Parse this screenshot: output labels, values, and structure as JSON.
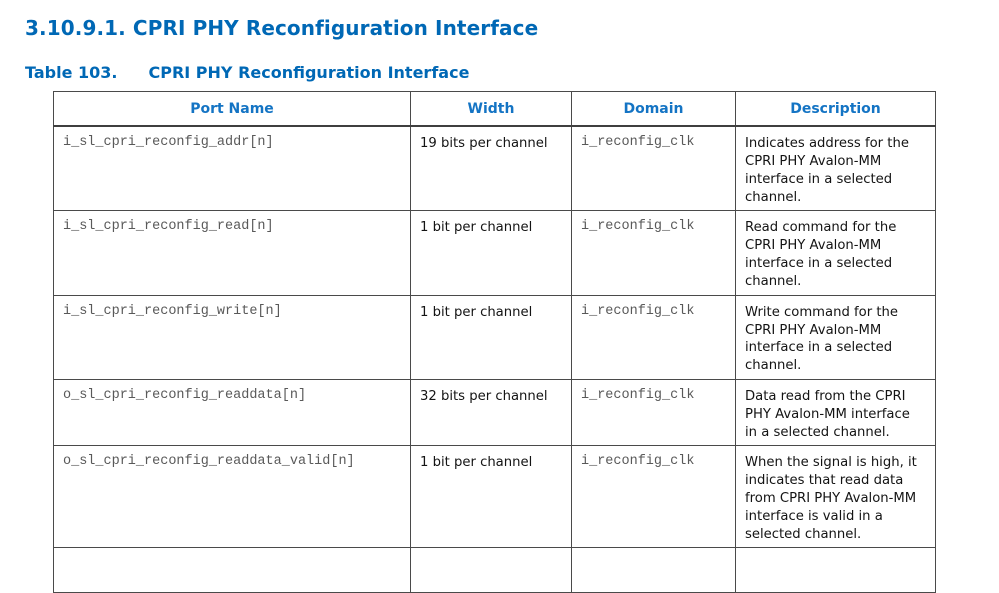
{
  "page": {
    "section_heading": "3.10.9.1. CPRI PHY Reconfiguration Interface",
    "table_label": "Table 103.",
    "table_title": "CPRI PHY Reconfiguration Interface"
  },
  "colors": {
    "heading_blue": "#0068b5",
    "table_header_blue": "#1474c4",
    "port_name_grey": "#595959",
    "body_text": "#141414",
    "table_border": "#4a4a4a"
  },
  "table": {
    "headers": [
      "Port Name",
      "Width",
      "Domain",
      "Description"
    ],
    "rows": [
      {
        "port_name": "i_sl_cpri_reconfig_addr[n]",
        "width": "19 bits per channel",
        "domain": "i_reconfig_clk",
        "description": "Indicates address for the CPRI PHY Avalon-MM interface in a selected channel."
      },
      {
        "port_name": "i_sl_cpri_reconfig_read[n]",
        "width": "1 bit per channel",
        "domain": "i_reconfig_clk",
        "description": "Read command for the CPRI PHY Avalon-MM interface in a selected channel."
      },
      {
        "port_name": "i_sl_cpri_reconfig_write[n]",
        "width": "1 bit per channel",
        "domain": "i_reconfig_clk",
        "description": "Write command for the CPRI PHY Avalon-MM interface in a selected channel."
      },
      {
        "port_name": "o_sl_cpri_reconfig_readdata[n]",
        "width": "32 bits per channel",
        "domain": "i_reconfig_clk",
        "description": "Data read from the CPRI PHY Avalon-MM interface in a selected channel."
      },
      {
        "port_name": "o_sl_cpri_reconfig_readdata_valid[n]",
        "width": "1 bit per channel",
        "domain": "i_reconfig_clk",
        "description": "When the signal is high, it indicates that read data from CPRI PHY Avalon-MM interface is valid in a selected channel."
      }
    ]
  }
}
